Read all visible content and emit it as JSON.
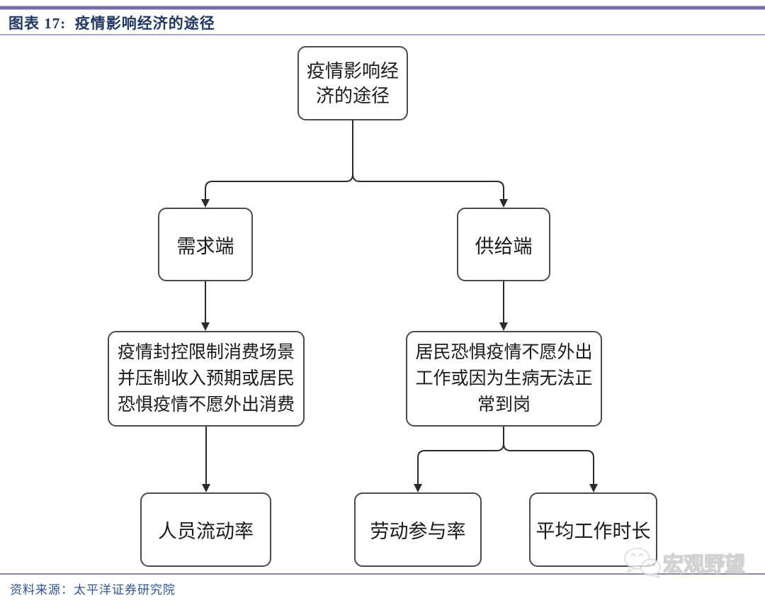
{
  "header": {
    "title": "图表 17:  疫情影响经济的途径"
  },
  "flowchart": {
    "root": {
      "lines": [
        "疫情影响经",
        "济的途径"
      ],
      "label": "疫情影响经济的途径"
    },
    "demand": {
      "label": "需求端"
    },
    "supply": {
      "label": "供给端"
    },
    "demand_detail": {
      "lines": [
        "疫情封控限制消费场景",
        "并压制收入预期或居民",
        "恐惧疫情不愿外出消费"
      ],
      "label": "疫情封控限制消费场景并压制收入预期或居民恐惧疫情不愿外出消费"
    },
    "supply_detail": {
      "lines": [
        "居民恐惧疫情不愿外出",
        "工作或因为生病无法正",
        "常到岗"
      ],
      "label": "居民恐惧疫情不愿外出工作或因为生病无法正常到岗"
    },
    "demand_metric": {
      "label": "人员流动率"
    },
    "supply_metric_1": {
      "label": "劳动参与率"
    },
    "supply_metric_2": {
      "label": "平均工作时长"
    }
  },
  "footer": {
    "source": "资料来源：太平洋证券研究院"
  },
  "watermark": {
    "text": "宏观野望",
    "icon": "wechat-logo-icon"
  },
  "colors": {
    "title_text": "#1f3864",
    "source_text": "#2f5496",
    "rule_thick": "#736da3",
    "rule_thin": "#a9a4c9",
    "rule_bottom": "#8a86ae",
    "box_border": "#4a4a4a",
    "connector": "#2b2b2b",
    "watermark": "#d2d2d2"
  }
}
